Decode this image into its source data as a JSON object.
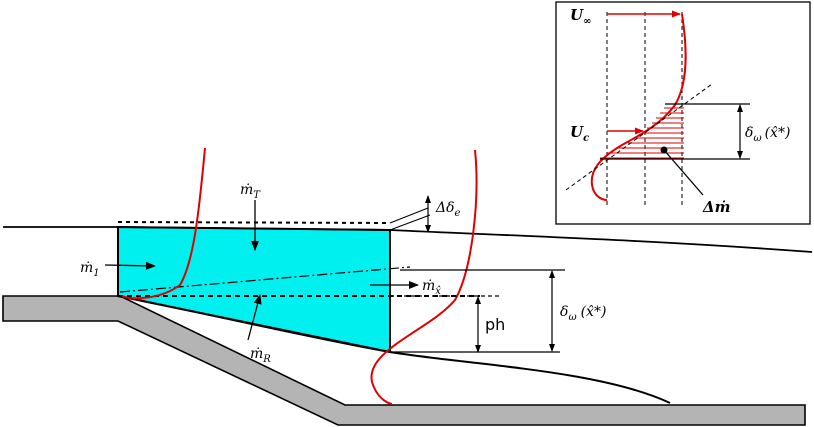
{
  "colors": {
    "fluid": "#00f0f0",
    "wall": "#b4b4b4",
    "profile": "#e00000",
    "line": "#000000"
  },
  "labels": {
    "m_T": {
      "main": "ṁ",
      "sub": "T"
    },
    "m_1": {
      "main": "ṁ",
      "sub": "1"
    },
    "m_R": {
      "main": "ṁ",
      "sub": "R"
    },
    "m_xhat": {
      "main": "ṁ",
      "sub": "x̂"
    },
    "delta_de": {
      "main": "Δδ",
      "sub": "e"
    },
    "ph": "ph",
    "delta_omega_main": {
      "main": "δ",
      "sub": "ω",
      "arg": "(x̂*)"
    },
    "inset": {
      "U_inf": {
        "main": "U",
        "sub": "∞"
      },
      "U_c": {
        "main": "U",
        "sub": "c"
      },
      "delta_omega": {
        "main": "δ",
        "sub": "ω",
        "arg": "(x̂*)"
      },
      "delta_m": "Δṁ"
    }
  }
}
